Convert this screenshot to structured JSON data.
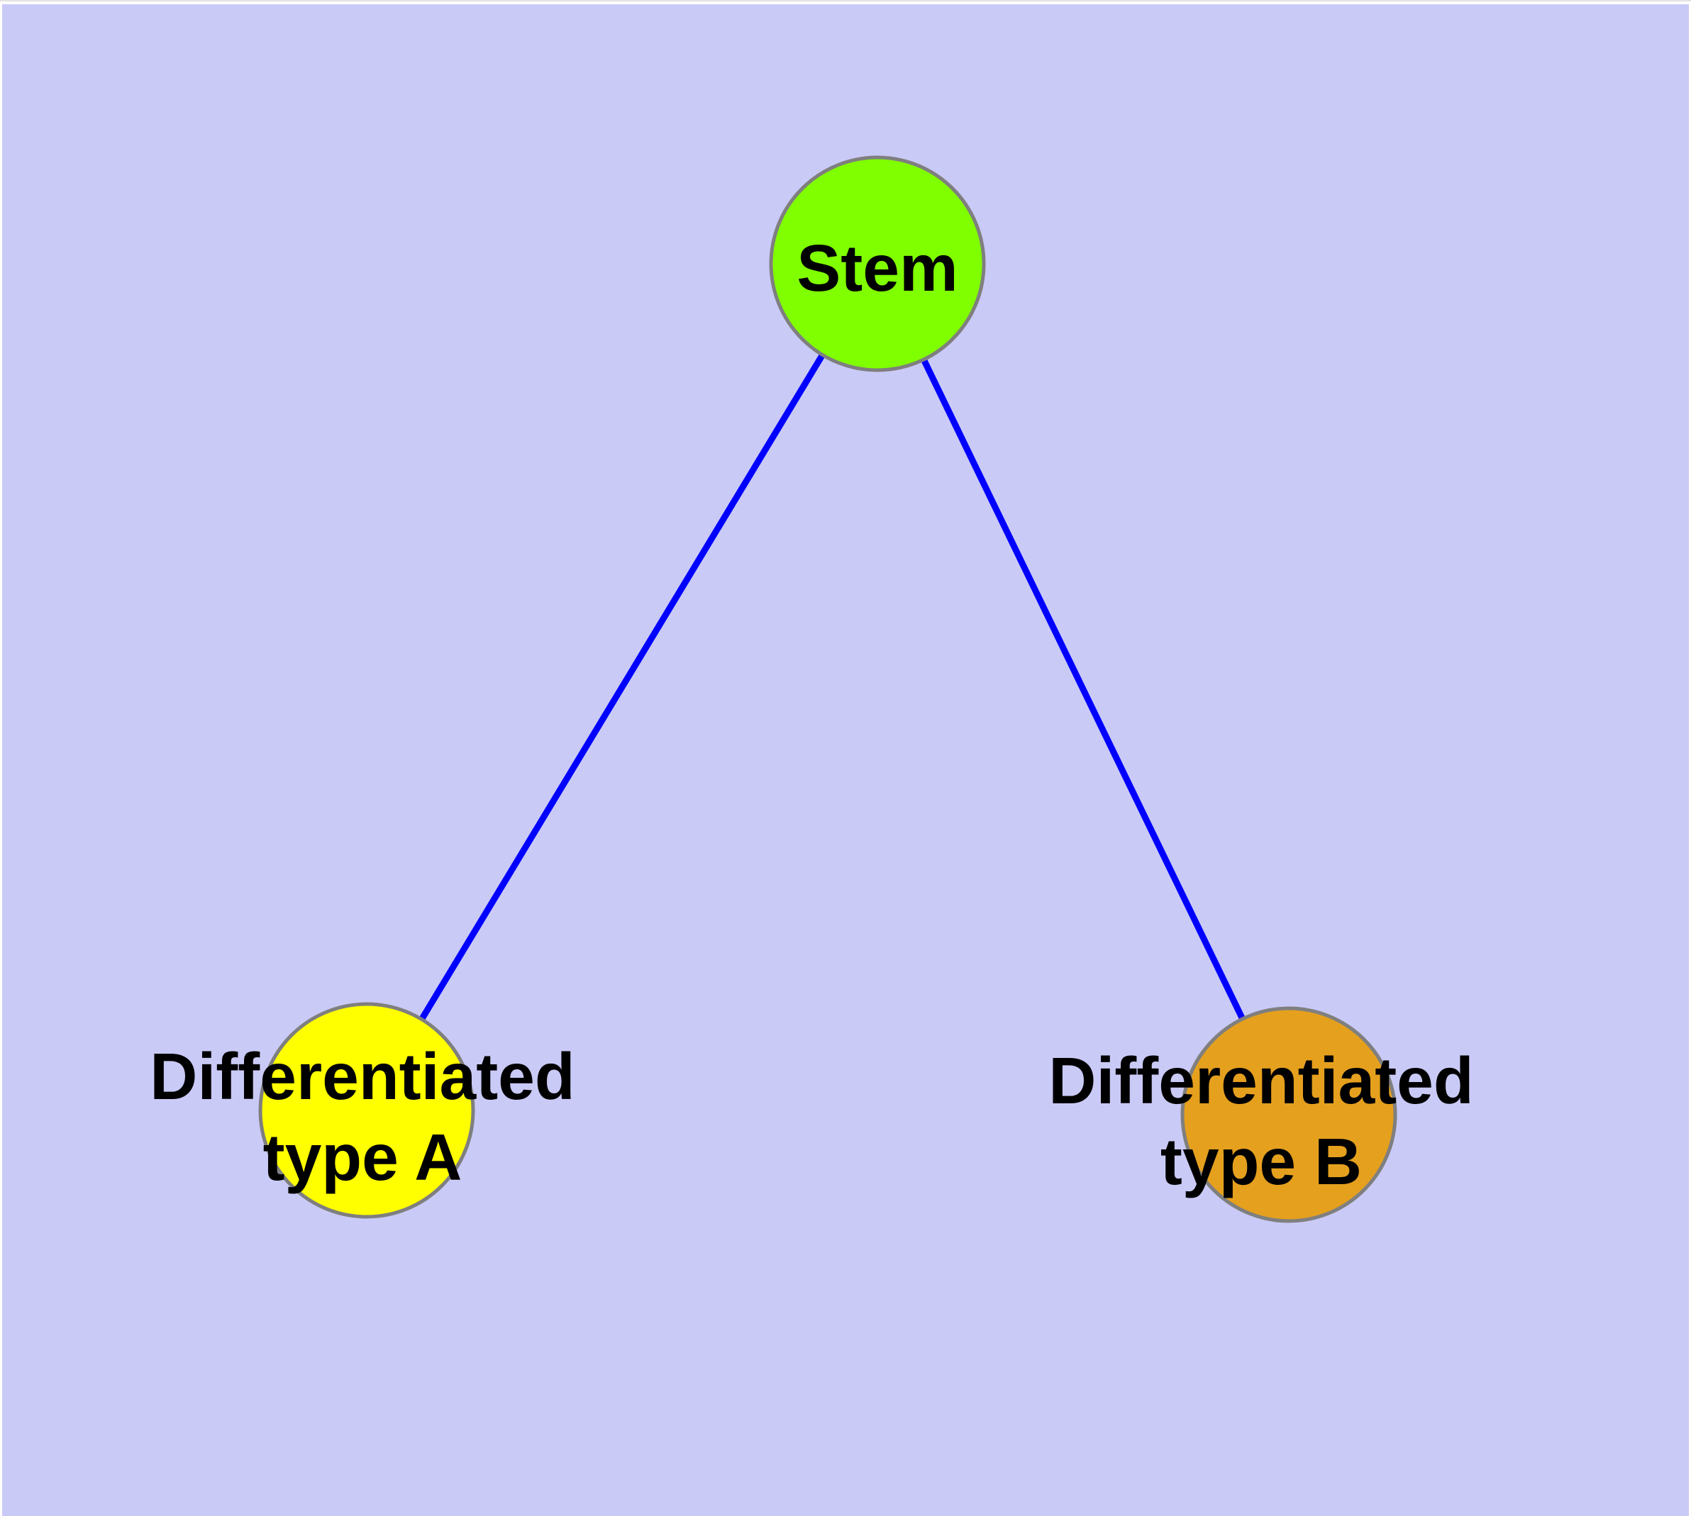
{
  "diagram": {
    "type": "graph",
    "description_labels": {
      "stem": "Stem",
      "type_a_line1": "Differentiated",
      "type_a_line2": "type A",
      "type_b_line1": "Differentiated",
      "type_b_line2": "type B"
    },
    "colors": {
      "background": "#CACAF7",
      "frame": "#FFFFFF",
      "frame_top_line": "#E3E3E3",
      "edge": "#0000FF",
      "node_border": "#7F7F7F",
      "label": "#000000"
    },
    "nodes": [
      {
        "id": "stem",
        "label_lines": [
          "Stem"
        ],
        "fill": "#80FF00"
      },
      {
        "id": "differentiated-type-a",
        "label_lines": [
          "Differentiated",
          "type A"
        ],
        "fill": "#FFFF00"
      },
      {
        "id": "differentiated-type-b",
        "label_lines": [
          "Differentiated",
          "type B"
        ],
        "fill": "#E5A01E"
      }
    ],
    "edges": [
      {
        "from": "Stem",
        "to": "Differentiated type A"
      },
      {
        "from": "Stem",
        "to": "Differentiated type B"
      }
    ]
  }
}
